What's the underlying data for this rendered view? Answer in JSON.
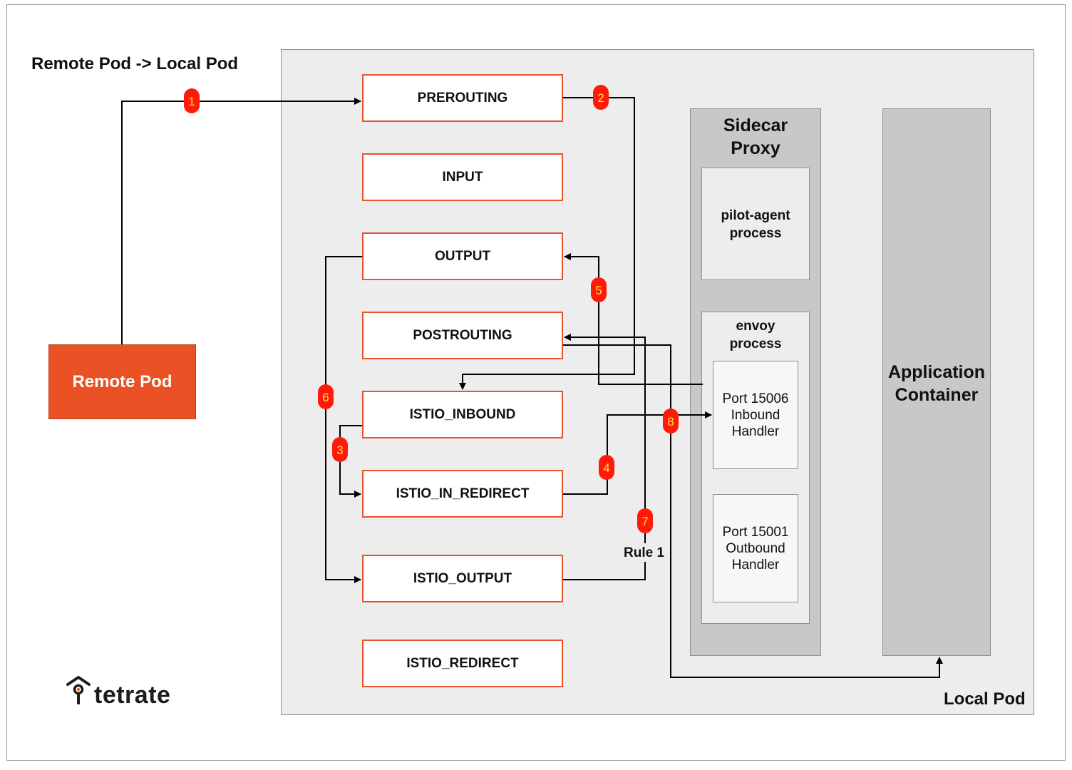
{
  "heading": "Remote Pod -> Local Pod",
  "remote_pod": "Remote Pod",
  "local_pod_label": "Local Pod",
  "chains": [
    "PREROUTING",
    "INPUT",
    "OUTPUT",
    "POSTROUTING",
    "ISTIO_INBOUND",
    "ISTIO_IN_REDIRECT",
    "ISTIO_OUTPUT",
    "ISTIO_REDIRECT"
  ],
  "sidecar": {
    "title_line1": "Sidecar",
    "title_line2": "Proxy",
    "pilot_line1": "pilot-agent",
    "pilot_line2": "process",
    "envoy_line1": "envoy",
    "envoy_line2": "process",
    "inbound_line1": "Port 15006",
    "inbound_line2": "Inbound",
    "inbound_line3": "Handler",
    "outbound_line1": "Port 15001",
    "outbound_line2": "Outbound",
    "outbound_line3": "Handler"
  },
  "app": {
    "line1": "Application",
    "line2": "Container"
  },
  "rule_label": "Rule 1",
  "steps": [
    "1",
    "2",
    "3",
    "4",
    "5",
    "6",
    "7",
    "8"
  ],
  "logo": "tetrate",
  "colors": {
    "accent": "#e8542a",
    "badge": "#ff1a0a",
    "badge_text": "#ffe24a"
  }
}
